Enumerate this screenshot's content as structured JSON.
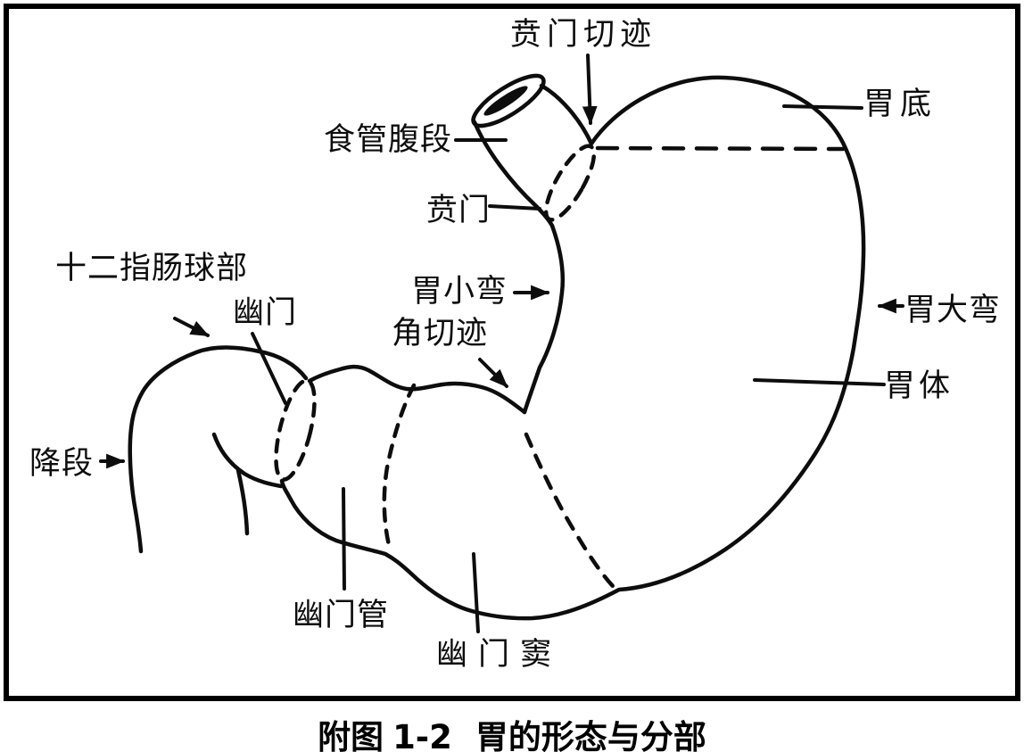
{
  "figure": {
    "caption": {
      "prefix": "附图",
      "number": "1-2",
      "title": "胃的形态与分部"
    },
    "labels": {
      "cardiac_notch": "贲门切迹",
      "abdominal_esophagus": "食管腹段",
      "cardia": "贲门",
      "fundus": "胃底",
      "lesser_curvature": "胃小弯",
      "angular_incisure": "角切迹",
      "greater_curvature": "胃大弯",
      "stomach_body": "胃体",
      "duodenal_bulb": "十二指肠球部",
      "pylorus": "幽门",
      "descending_part": "降段",
      "pyloric_canal": "幽门管",
      "pyloric_antrum": "幽门窦"
    },
    "colors": {
      "line": "#0d0d0d",
      "background": "#ffffff"
    }
  }
}
